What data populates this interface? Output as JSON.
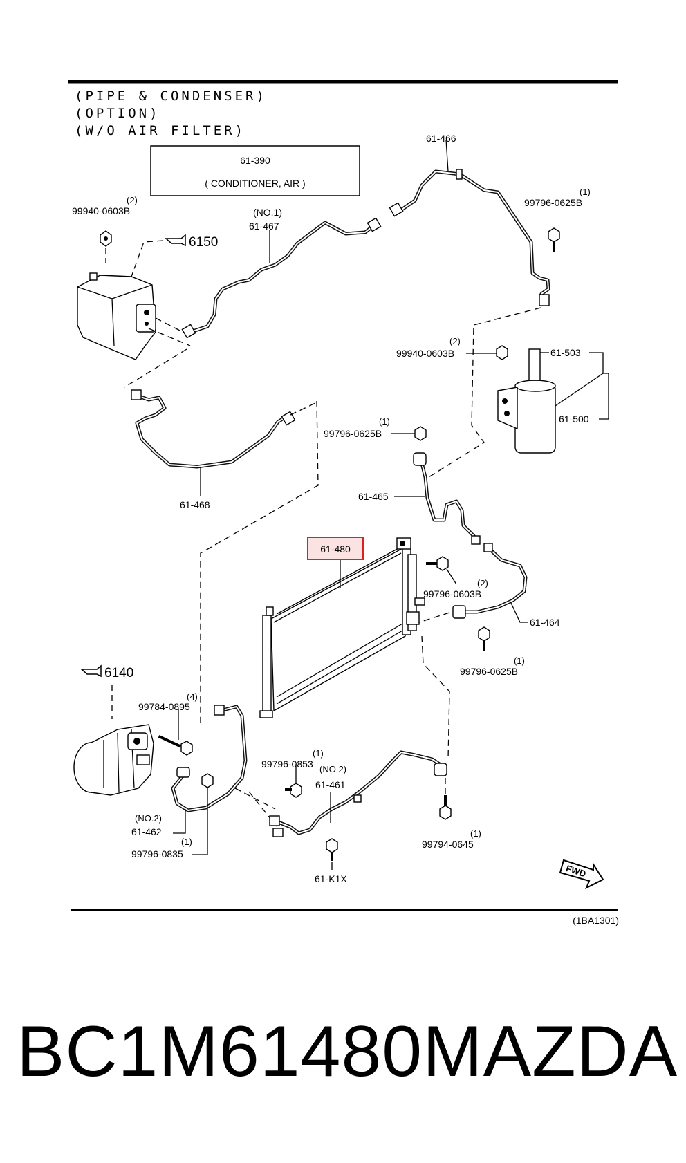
{
  "header": {
    "line1": "(PIPE & CONDENSER)",
    "line2": "(OPTION)",
    "line3": "(W/O AIR FILTER)"
  },
  "conditioner_box": {
    "code": "61-390",
    "name": "( CONDITIONER, AIR )"
  },
  "refs": {
    "ref_6150": "6150",
    "ref_6140": "6140"
  },
  "parts": {
    "p61_466": "61-466",
    "p99796_0625b_top": "99796-0625B",
    "p99796_0625b_top_qty": "(1)",
    "p99940_0603b_left": "99940-0603B",
    "p99940_0603b_left_qty": "(2)",
    "p61_467_no": "(NO.1)",
    "p61_467": "61-467",
    "p99940_0603b_right": "99940-0603B",
    "p99940_0603b_right_qty": "(2)",
    "p61_503": "61-503",
    "p61_500": "61-500",
    "p99796_0625b_mid": "99796-0625B",
    "p99796_0625b_mid_qty": "(1)",
    "p61_465": "61-465",
    "p61_468": "61-468",
    "p61_480": "61-480",
    "p99796_0603b": "99796-0603B",
    "p99796_0603b_qty": "(2)",
    "p61_464": "61-464",
    "p99796_0625b_low": "99796-0625B",
    "p99796_0625b_low_qty": "(1)",
    "p99784_0895": "99784-0895",
    "p99784_0895_qty": "(4)",
    "p99796_0853": "99796-0853",
    "p99796_0853_qty": "(1)",
    "p61_461_no": "(NO 2)",
    "p61_461": "61-461",
    "p61_462_no": "(NO.2)",
    "p61_462": "61-462",
    "p99796_0835": "99796-0835",
    "p99796_0835_qty": "(1)",
    "p61_k1x": "61-K1X",
    "p99794_0645": "99794-0645",
    "p99794_0645_qty": "(1)"
  },
  "fwd_label": "FWD",
  "diagram_code": "(1BA1301)",
  "highlight_color": "#e02020",
  "highlight_fill": "#fbe3e3",
  "caption": {
    "part_number": "BC1M61480",
    "brand": "MAZDA"
  }
}
